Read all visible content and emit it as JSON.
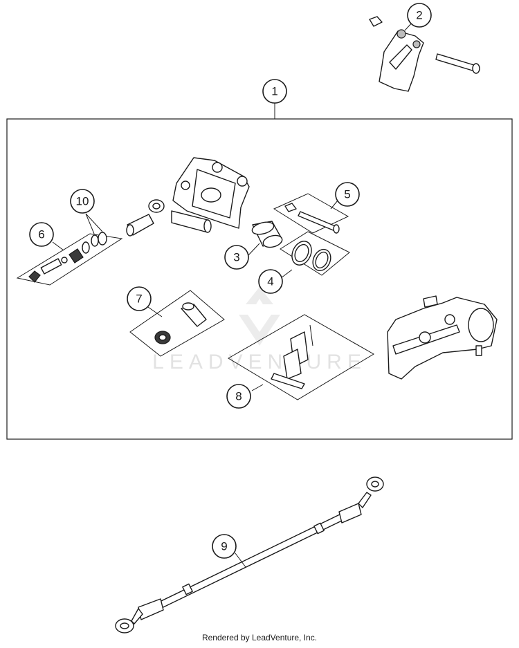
{
  "watermark": "LEADVENTURE",
  "footer": "Rendered by LeadVenture, Inc.",
  "callouts": [
    "1",
    "2",
    "3",
    "4",
    "5",
    "6",
    "7",
    "8",
    "9",
    "10"
  ],
  "colors": {
    "line": "#1a1a1a",
    "background": "#ffffff",
    "watermark": "#e2e2e2"
  }
}
